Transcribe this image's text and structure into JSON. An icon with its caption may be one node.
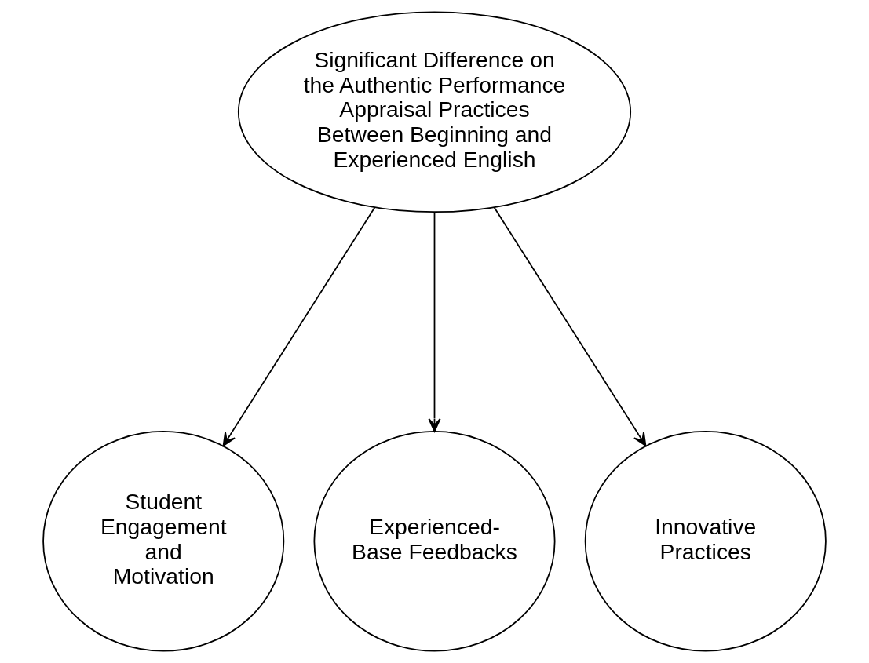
{
  "diagram": {
    "nodes": [
      {
        "text": [
          "Significant Difference on the Authentic Performance Appraisal Practices Between Beginning and Experienced English"
        ]
      },
      {
        "text": [
          "Student Engagement and Motivation"
        ]
      },
      {
        "text": [
          "Experienced- Base Feedbacks"
        ]
      },
      {
        "text": [
          "Innovative Practices"
        ]
      }
    ],
    "edges": [
      {
        "from": 0,
        "to": 1,
        "arrow": "to"
      },
      {
        "from": 0,
        "to": 2,
        "arrow": "to"
      },
      {
        "from": 0,
        "to": 3,
        "arrow": "to"
      }
    ]
  }
}
